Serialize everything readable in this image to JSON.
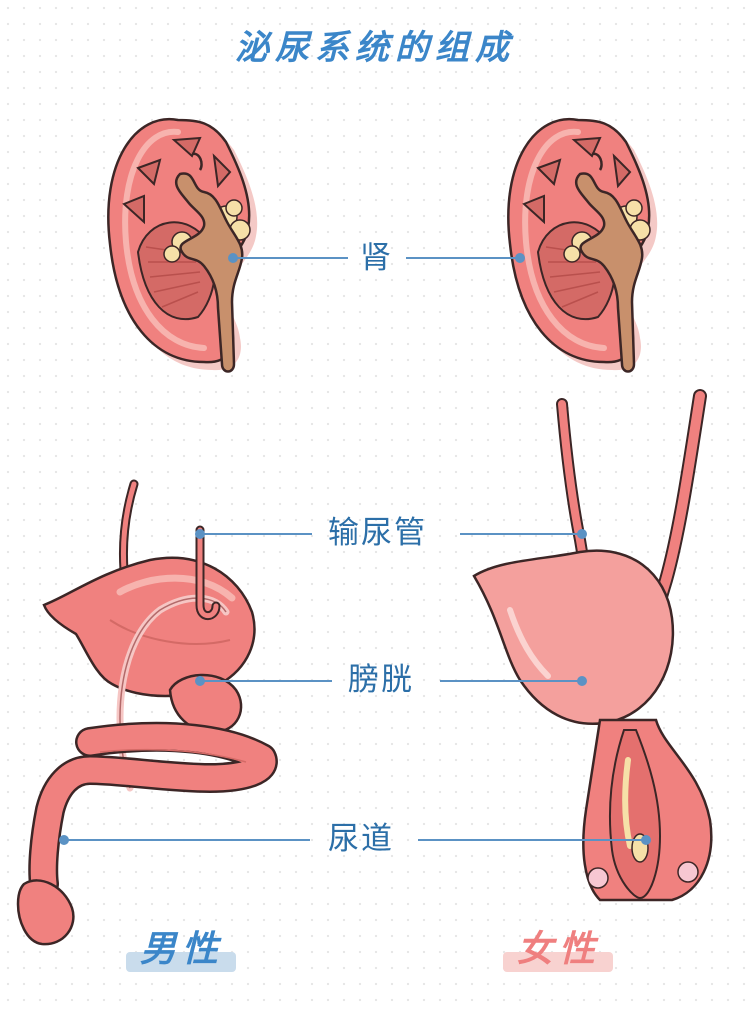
{
  "title": "泌尿系统的组成",
  "labels": {
    "kidney": "肾",
    "ureter": "输尿管",
    "bladder": "膀胱",
    "urethra": "尿道"
  },
  "genders": {
    "male": "男性",
    "female": "女性"
  },
  "colors": {
    "title": "#3b86c9",
    "label": "#2c6fa8",
    "leader_line": "#5b92c4",
    "organ_pink": "#f0817f",
    "organ_light": "#f5a3a0",
    "pelvis_tan": "#c8906c",
    "fat_yellow": "#f6e0a8",
    "male_highlight": "#c9dcec",
    "female_text": "#ef7f7f",
    "female_highlight": "#f8d2d0"
  }
}
